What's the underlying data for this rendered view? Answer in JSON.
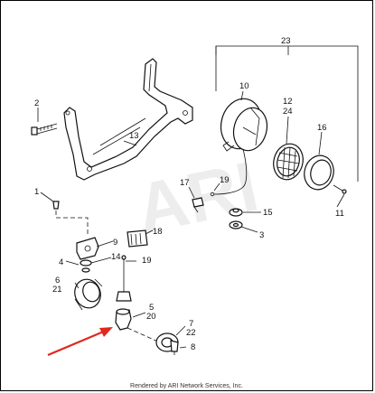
{
  "watermark": "ARI",
  "credit": "Rendered by ARI Network Services, Inc.",
  "colors": {
    "arrow": "#e0281e",
    "line": "#111111",
    "watermark": "#ededed"
  },
  "callouts": {
    "c1": "1",
    "c2": "2",
    "c3": "3",
    "c4": "4",
    "c5": "5",
    "c20": "20",
    "c6": "6",
    "c21": "21",
    "c7": "7",
    "c22": "22",
    "c8": "8",
    "c9": "9",
    "c10": "10",
    "c11": "11",
    "c12": "12",
    "c24": "24",
    "c13": "13",
    "c14": "14",
    "c15": "15",
    "c16": "16",
    "c17": "17",
    "c18": "18",
    "c19a": "19",
    "c19b": "19",
    "c23": "23"
  }
}
